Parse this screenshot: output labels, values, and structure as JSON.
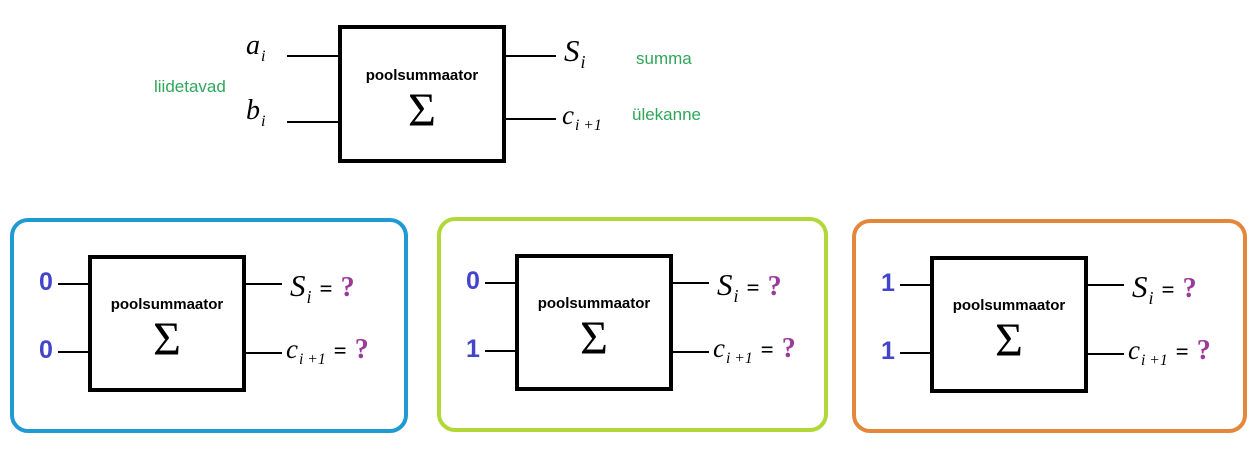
{
  "colors": {
    "line": "#000000",
    "annotation_green": "#2fa65a",
    "digit_blue": "#4343cb",
    "question_purple": "#9a3a9a",
    "card1_border": "#1f9ad2",
    "card2_border": "#b2d838",
    "card3_border": "#e5873a"
  },
  "top": {
    "box_label": "poolsummaator",
    "sigma": "Σ",
    "input_annotation": "liidetavad",
    "inputs": [
      {
        "base": "a",
        "sub": "i"
      },
      {
        "base": "b",
        "sub": "i"
      }
    ],
    "outputs": [
      {
        "base": "S",
        "sub": "i",
        "annotation": "summa"
      },
      {
        "base": "c",
        "sub": "i +1",
        "annotation": "ülekanne"
      }
    ]
  },
  "cards": [
    {
      "border_color": "#1f9ad2",
      "box_label": "poolsummaator",
      "sigma": "Σ",
      "inputs": [
        "0",
        "0"
      ],
      "outputs": [
        {
          "base": "S",
          "sub": "i",
          "equals": "=",
          "value": "?"
        },
        {
          "base": "c",
          "sub": "i +1",
          "equals": "=",
          "value": "?"
        }
      ]
    },
    {
      "border_color": "#b2d838",
      "box_label": "poolsummaator",
      "sigma": "Σ",
      "inputs": [
        "0",
        "1"
      ],
      "outputs": [
        {
          "base": "S",
          "sub": "i",
          "equals": "=",
          "value": "?"
        },
        {
          "base": "c",
          "sub": "i +1",
          "equals": "=",
          "value": "?"
        }
      ]
    },
    {
      "border_color": "#e5873a",
      "box_label": "poolsummaator",
      "sigma": "Σ",
      "inputs": [
        "1",
        "1"
      ],
      "outputs": [
        {
          "base": "S",
          "sub": "i",
          "equals": "=",
          "value": "?"
        },
        {
          "base": "c",
          "sub": "i +1",
          "equals": "=",
          "value": "?"
        }
      ]
    }
  ]
}
